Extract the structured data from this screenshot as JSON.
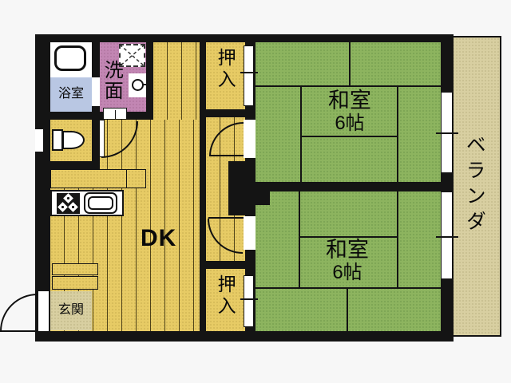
{
  "plan_type": "apartment-floorplan",
  "rooms": {
    "bathroom": {
      "label": "浴室"
    },
    "washroom": {
      "label": "洗面"
    },
    "closet_top": {
      "label": "押入"
    },
    "closet_bottom": {
      "label": "押入"
    },
    "tatami_top": {
      "name": "和室",
      "size": "6帖"
    },
    "tatami_bottom": {
      "name": "和室",
      "size": "6帖"
    },
    "dining_kitchen": {
      "label": "DK"
    },
    "entrance": {
      "label": "玄関"
    },
    "veranda": {
      "label": "ベランダ"
    }
  },
  "colors": {
    "wall": "#141414",
    "wood_floor": "#e7cb65",
    "tatami": "#8db45f",
    "washroom": "#c286b3",
    "bathroom_tile": "#b9c7e3",
    "veranda": "#d8cfa1",
    "fixture": "#ffffff"
  }
}
